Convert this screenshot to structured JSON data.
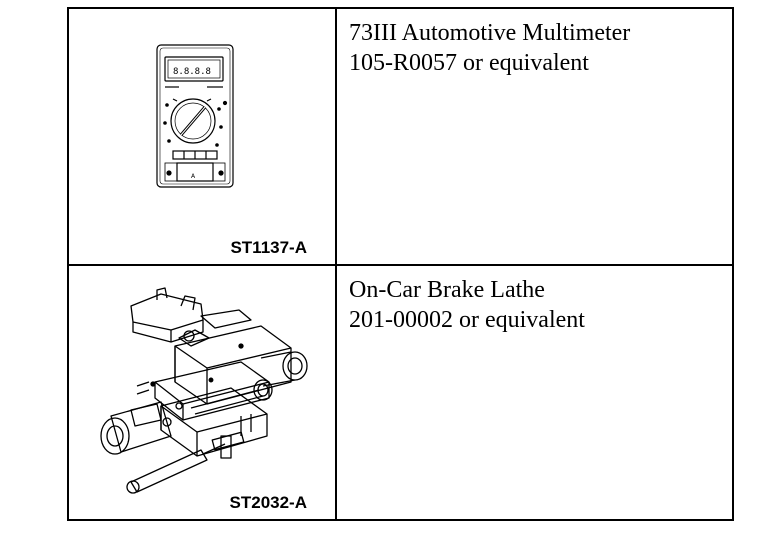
{
  "tools": [
    {
      "name": "73III Automotive Multimeter",
      "number": "105-R0057 or equivalent",
      "caption": "ST1137-A",
      "icon": "multimeter-icon"
    },
    {
      "name": "On-Car Brake Lathe",
      "number": "201-00002 or equivalent",
      "caption": "ST2032-A",
      "icon": "brake-lathe-icon"
    }
  ]
}
